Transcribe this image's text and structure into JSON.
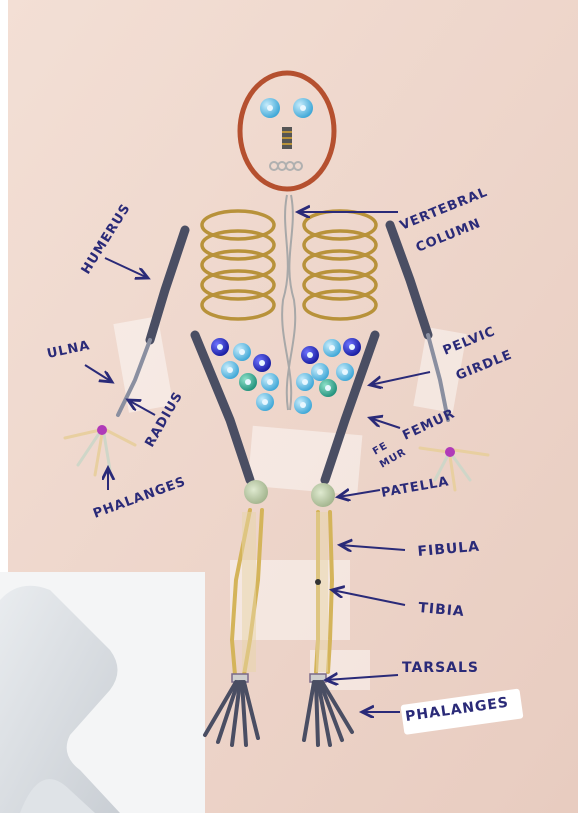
{
  "labels": {
    "humerus": "HUMERUS",
    "vertebral_1": "VERTEBRAL",
    "vertebral_2": "COLUMN",
    "ulna": "ULNA",
    "pelvic_1": "PELVIC",
    "pelvic_2": "GIRDLE",
    "radius": "RADIUS",
    "femur_right": "FEMUR",
    "femur_left_1": "FE",
    "femur_left_2": "MUR",
    "phalanges_hand": "PHALANGES",
    "patella": "PATELLA",
    "fibula": "FIBULA",
    "tibia": "TIBIA",
    "tarsals": "TARSALS",
    "phalanges_foot": "PHALANGES"
  },
  "colors": {
    "paper": "#f0d9ce",
    "ink": "#2a2a78",
    "rubber_band": "#b5502f",
    "ribs": "#b8923a",
    "pipe_cleaner": "#4a4e63",
    "bead_dark_blue": "#2025b8",
    "bead_light_blue": "#52b6e0",
    "bead_green": "#2aa28c",
    "knee_bead": "#b9c9a6"
  },
  "icons": [
    "skull-rubber-band",
    "eye-bead",
    "rib-coils",
    "vertebral-chain",
    "pelvic-beads",
    "bone-straws",
    "knee-bead",
    "foot-wires"
  ]
}
